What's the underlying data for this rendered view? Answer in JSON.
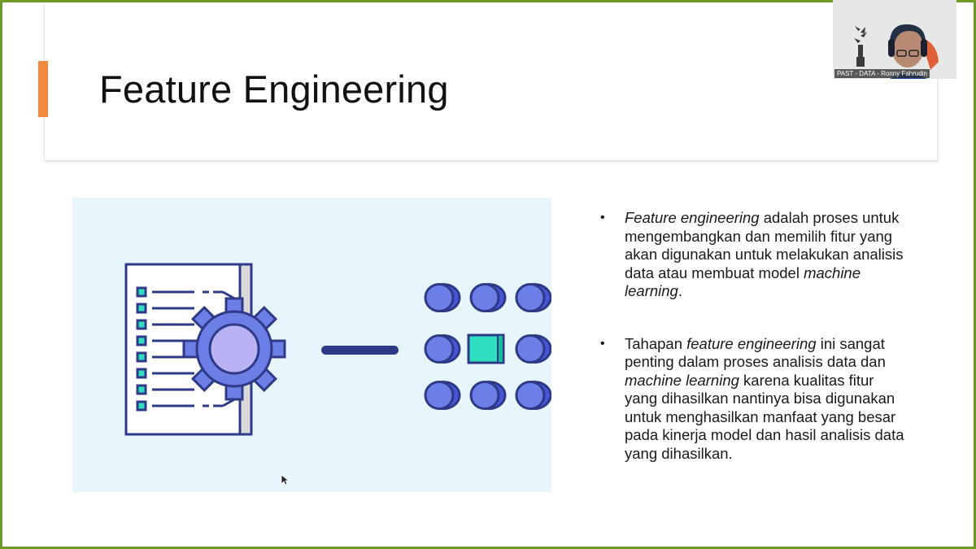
{
  "slide": {
    "title": "Feature Engineering",
    "bullets": [
      {
        "segments": [
          {
            "text": "Feature engineering",
            "italic": true
          },
          {
            "text": " adalah proses untuk mengembangkan dan memilih fitur yang akan digunakan untuk melakukan analisis data atau membuat model ",
            "italic": false
          },
          {
            "text": "machine learning",
            "italic": true
          },
          {
            "text": ".",
            "italic": false
          }
        ]
      },
      {
        "segments": [
          {
            "text": " Tahapan ",
            "italic": false
          },
          {
            "text": "feature engineering",
            "italic": true
          },
          {
            "text": " ini sangat penting dalam proses analisis data dan ",
            "italic": false
          },
          {
            "text": "machine learning",
            "italic": true
          },
          {
            "text": " karena kualitas fitur yang dihasilkan nantinya bisa digunakan untuk menghasilkan manfaat yang besar pada kinerja model dan hasil analisis data yang dihasilkan.",
            "italic": false
          }
        ]
      }
    ],
    "bullet_glyph": "•",
    "illustration": {
      "name": "document-gear-to-feature-grid",
      "grid_rows": 3,
      "grid_cols": 3,
      "highlighted_cell": "center"
    }
  },
  "webcam": {
    "participant_label": "PAST  - DATA - Ronny Fahrudin"
  },
  "colors": {
    "frame_border": "#6f9a25",
    "accent_bar": "#f08a3c",
    "illustration_bg": "#e7f6fd",
    "navy": "#2e3a87",
    "gear_blue": "#6b7fe6",
    "gear_inner": "#b9b3f5",
    "teal": "#2fe0c0"
  }
}
